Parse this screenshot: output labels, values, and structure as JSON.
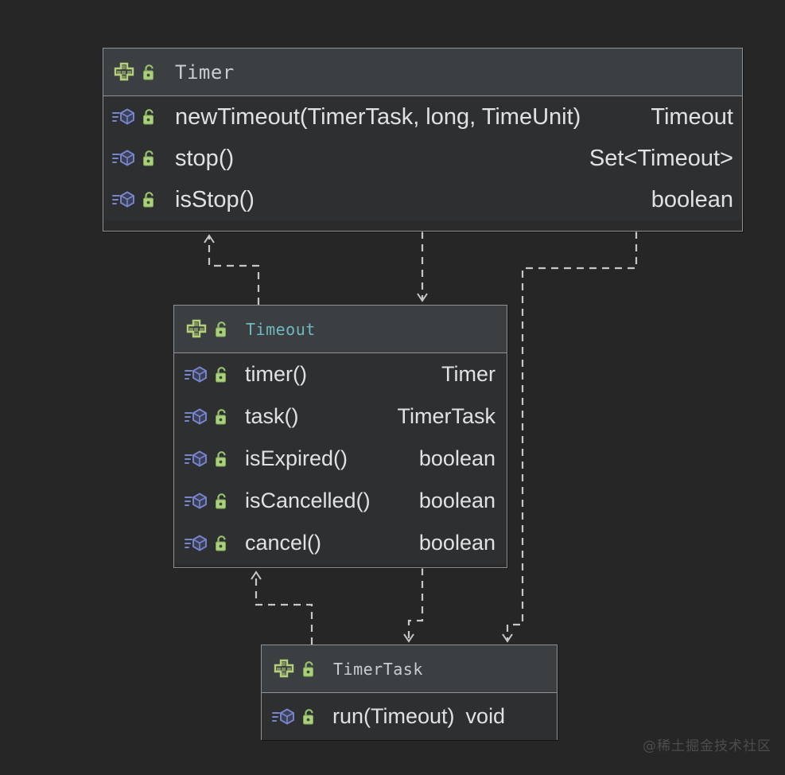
{
  "diagram": {
    "type": "uml-class-diagram",
    "background_color": "#262626",
    "box_header_color": "#3c3f41",
    "box_body_color": "#2e2f30",
    "border_color": "#8f9194",
    "interface_icon_color": "#b5cf7b",
    "method_icon_color": "#7986cb",
    "lock_icon_color": "#97c16e",
    "arrow_color": "#c7c7c7"
  },
  "classes": [
    {
      "id": "timer",
      "name": "Timer",
      "stereotype": "interface",
      "visibility": "public",
      "name_color": "#c8cdd2",
      "icon": "interface-icon",
      "lock": "unlocked-padlock-icon",
      "members": [
        {
          "name": "newTimeout(TimerTask, long, TimeUnit)",
          "type": "Timeout",
          "icon": "method-icon",
          "lock": "unlocked-padlock-icon"
        },
        {
          "name": "stop()",
          "type": "Set<Timeout>",
          "icon": "method-icon",
          "lock": "unlocked-padlock-icon"
        },
        {
          "name": "isStop()",
          "type": "boolean",
          "icon": "method-icon",
          "lock": "unlocked-padlock-icon"
        }
      ]
    },
    {
      "id": "timeout",
      "name": "Timeout",
      "stereotype": "interface",
      "visibility": "public",
      "name_color": "#6fb8c0",
      "icon": "interface-icon",
      "lock": "unlocked-padlock-icon",
      "members": [
        {
          "name": "timer()",
          "type": "Timer",
          "icon": "method-icon",
          "lock": "unlocked-padlock-icon"
        },
        {
          "name": "task()",
          "type": "TimerTask",
          "icon": "method-icon",
          "lock": "unlocked-padlock-icon"
        },
        {
          "name": "isExpired()",
          "type": "boolean",
          "icon": "method-icon",
          "lock": "unlocked-padlock-icon"
        },
        {
          "name": "isCancelled()",
          "type": "boolean",
          "icon": "method-icon",
          "lock": "unlocked-padlock-icon"
        },
        {
          "name": "cancel()",
          "type": "boolean",
          "icon": "method-icon",
          "lock": "unlocked-padlock-icon"
        }
      ]
    },
    {
      "id": "timertask",
      "name": "TimerTask",
      "stereotype": "interface",
      "visibility": "public",
      "name_color": "#c8cdd2",
      "icon": "interface-icon",
      "lock": "unlocked-padlock-icon",
      "members": [
        {
          "name": "run(Timeout)",
          "type": "void",
          "icon": "method-icon",
          "lock": "unlocked-padlock-icon"
        }
      ]
    }
  ],
  "relations": [
    {
      "id": "r1",
      "from": "timeout",
      "to": "timer",
      "style": "dashed",
      "arrow": "open",
      "label": ""
    },
    {
      "id": "r2",
      "from": "timer",
      "to": "timeout",
      "style": "dashed",
      "arrow": "open",
      "label": ""
    },
    {
      "id": "r3",
      "from": "timer",
      "to": "timertask",
      "style": "dashed",
      "arrow": "open",
      "label": ""
    },
    {
      "id": "r4",
      "from": "timertask",
      "to": "timeout",
      "style": "dashed",
      "arrow": "open",
      "label": ""
    },
    {
      "id": "r5",
      "from": "timeout",
      "to": "timertask",
      "style": "dashed",
      "arrow": "open",
      "label": ""
    },
    {
      "id": "r6",
      "from": "timer",
      "to": "timertask",
      "style": "dashed",
      "arrow": "open",
      "label": ""
    }
  ],
  "watermark": {
    "text": "@稀土掘金技术社区"
  }
}
